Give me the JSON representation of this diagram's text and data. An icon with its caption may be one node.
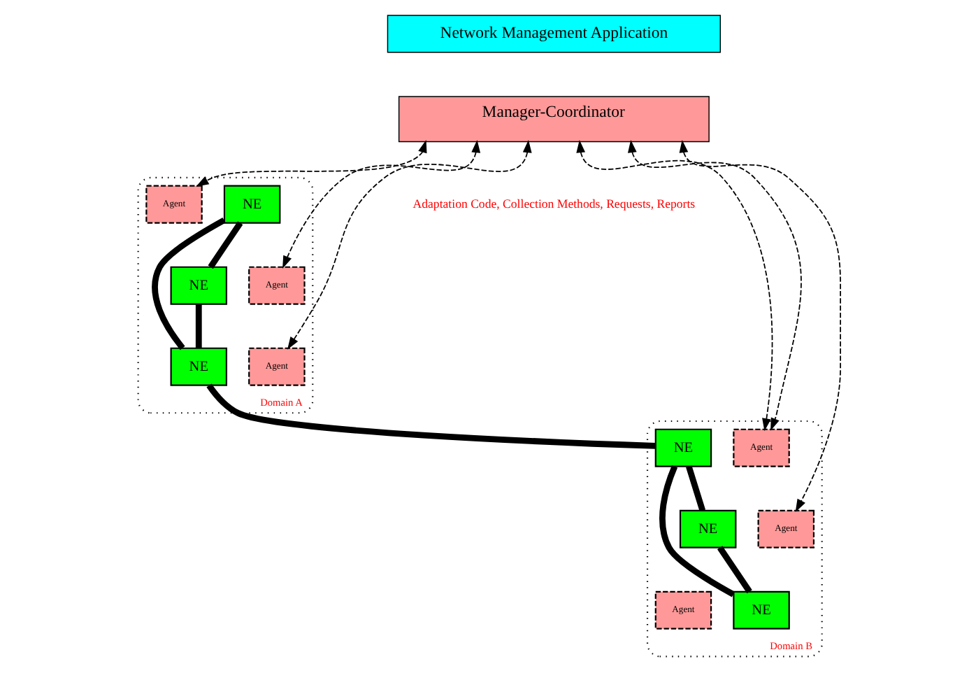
{
  "diagram": {
    "nodes": [
      {
        "text": [
          "Network Management Application"
        ]
      },
      {
        "text": [
          "Manager-Coordinator"
        ]
      },
      {
        "text": [
          "Domain A"
        ]
      },
      {
        "text": [
          "Agent"
        ],
        "in": 2
      },
      {
        "text": [
          "NE"
        ],
        "in": 2
      },
      {
        "text": [
          "Agent"
        ],
        "in": 2
      },
      {
        "text": [
          "NE"
        ],
        "in": 2
      },
      {
        "text": [
          "Agent"
        ],
        "in": 2
      },
      {
        "text": [
          "NE"
        ],
        "in": 2
      },
      {
        "text": [
          "Domain B"
        ]
      },
      {
        "text": [
          "Agent"
        ],
        "in": 9
      },
      {
        "text": [
          "NE"
        ],
        "in": 9
      },
      {
        "text": [
          "Agent"
        ],
        "in": 9
      },
      {
        "text": [
          "NE"
        ],
        "in": 9
      },
      {
        "text": [
          "Agent"
        ],
        "in": 9
      },
      {
        "text": [
          "NE"
        ],
        "in": 9
      }
    ],
    "edges": [
      {
        "from": 1,
        "to": 3,
        "arrow": "both",
        "style": "dashed"
      },
      {
        "from": 1,
        "to": 5,
        "arrow": "both",
        "style": "dashed"
      },
      {
        "from": 1,
        "to": 7,
        "arrow": "both",
        "style": "dashed"
      },
      {
        "from": 1,
        "to": 10,
        "arrow": "both",
        "style": "dashed"
      },
      {
        "from": 1,
        "to": 10,
        "arrow": "both",
        "style": "dashed"
      },
      {
        "from": 1,
        "to": 12,
        "arrow": "both",
        "style": "dashed"
      },
      {
        "from": 4,
        "to": 6,
        "arrow": "none"
      },
      {
        "from": 4,
        "to": 8,
        "arrow": "none"
      },
      {
        "from": 6,
        "to": 8,
        "arrow": "none"
      },
      {
        "from": 8,
        "to": 11,
        "arrow": "none"
      },
      {
        "from": 11,
        "to": 13,
        "arrow": "none"
      },
      {
        "from": 11,
        "to": 15,
        "arrow": "none"
      },
      {
        "from": 13,
        "to": 15,
        "arrow": "none"
      }
    ],
    "labels": [
      "Adaptation Code, Collection Methods, Requests, Reports"
    ]
  }
}
